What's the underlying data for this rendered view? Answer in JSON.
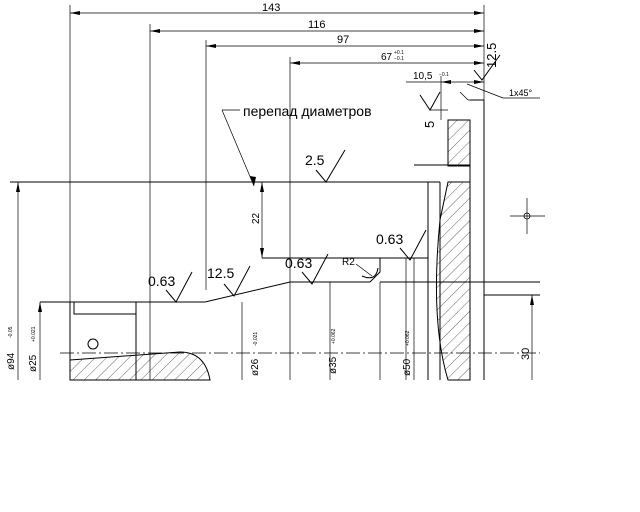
{
  "dimensions": {
    "overall_length": "143",
    "length_116": "116",
    "length_97": "97",
    "length_67": "67",
    "length_67_tol_upper": "+0.1",
    "length_67_tol_lower": "−0.1",
    "length_10_5": "10,5",
    "length_10_5_tol": "−0.1",
    "step_height": "22",
    "chamfer": "1x45°",
    "fillet_radius": "R2",
    "flange_thickness": "5",
    "radius_30": "30"
  },
  "diameters": {
    "d94": "ø94",
    "d94_tol": "-0.05",
    "d25": "ø25",
    "d25_tol": "+0.021",
    "d26": "ø26",
    "d26_tol": "-0.021",
    "d35": "ø35",
    "d35_tol": "+0.062",
    "d50": "ø50",
    "d50_tol": "+0.062"
  },
  "roughness": {
    "top_face": "12.5",
    "flange_face": "5",
    "main_surface": "2.5",
    "shoulder": "0.63",
    "bore": "0.63",
    "taper": "12.5",
    "journal": "0.63"
  },
  "annotations": {
    "diameter_step_note": "перепад диаметров"
  }
}
